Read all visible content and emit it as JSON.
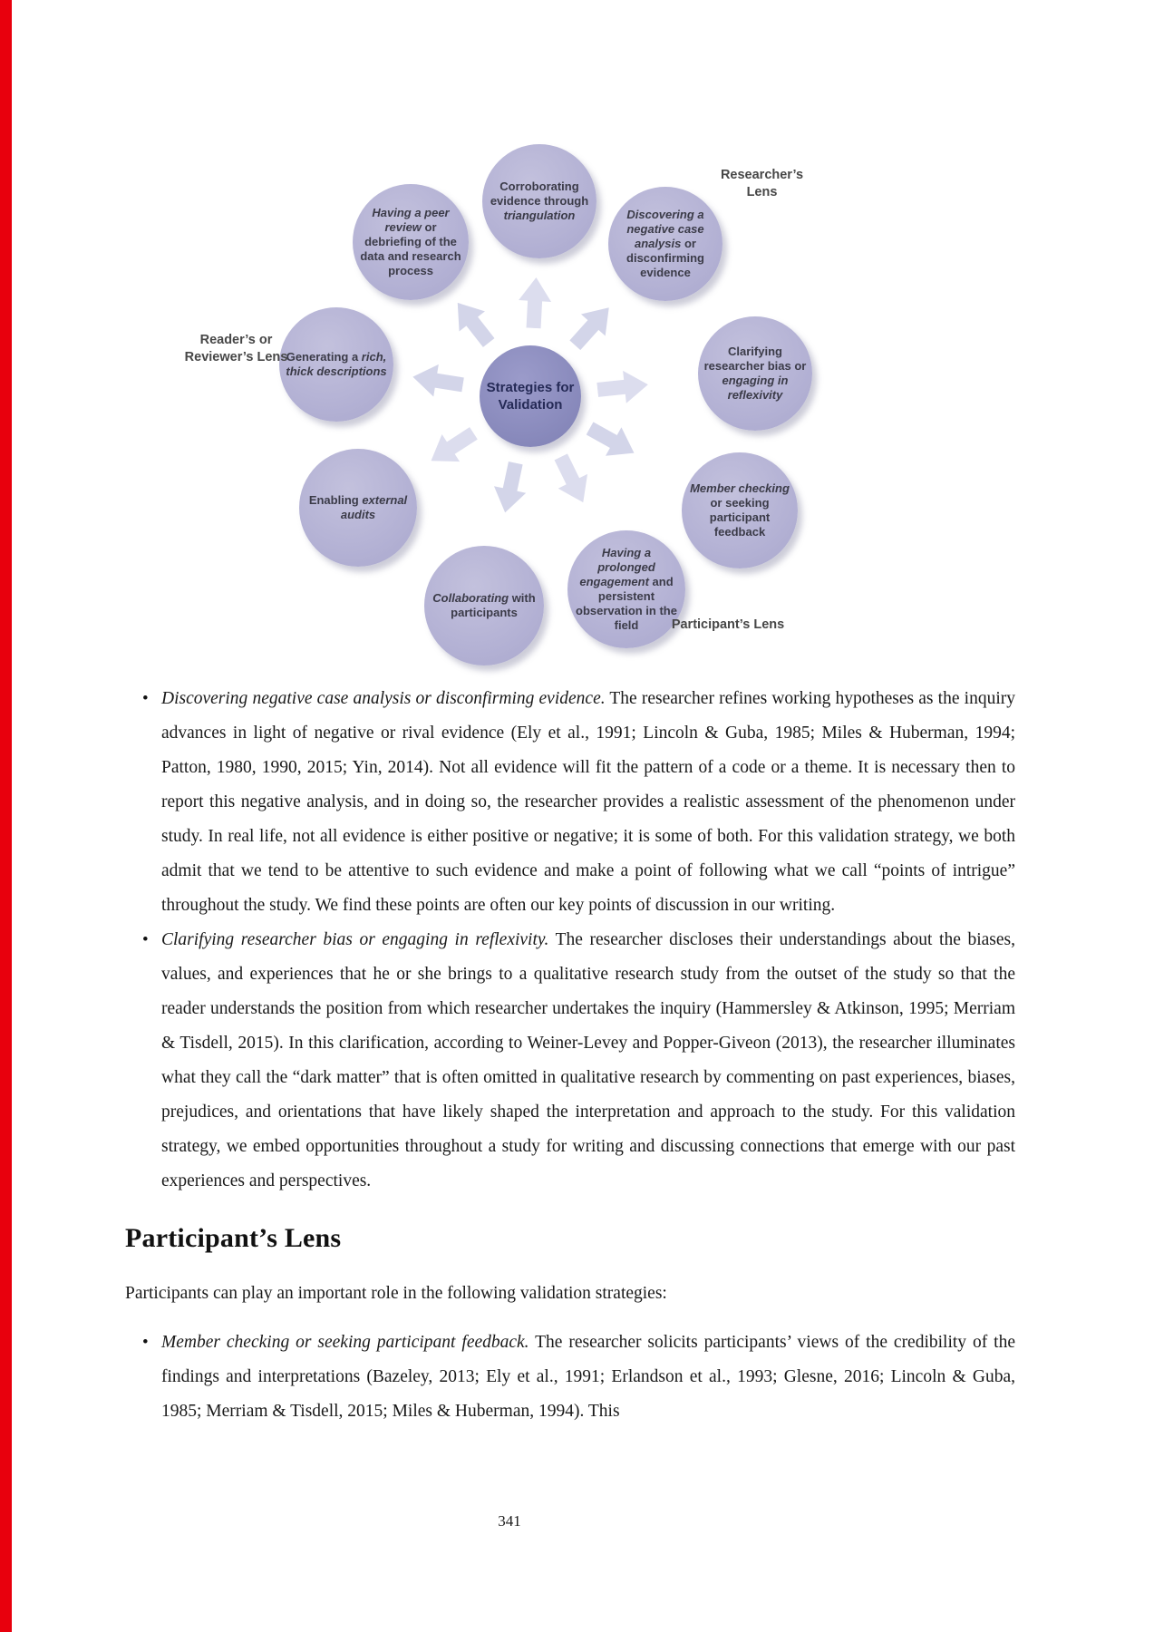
{
  "figure": {
    "center_label": "Strategies for Validation",
    "nodes": [
      {
        "id": "peer-review",
        "italic": "Having a peer review",
        "roman": " or debriefing of the data and research process"
      },
      {
        "id": "triangulation",
        "roman": "Corroborating evidence through ",
        "italic": "triangulation"
      },
      {
        "id": "negative-case",
        "italic": "Discovering a negative case analysis",
        "roman": " or disconfirming evidence"
      },
      {
        "id": "reflexivity",
        "roman": "Clarifying researcher bias or ",
        "italic": "engaging in reflexivity"
      },
      {
        "id": "member-checking",
        "italic": "Member checking",
        "roman": " or seeking participant feedback"
      },
      {
        "id": "prolonged-engagement",
        "italic": "Having a prolonged engagement",
        "roman": " and persistent observation in the field"
      },
      {
        "id": "collaborating",
        "italic": "Collaborating",
        "roman": " with participants"
      },
      {
        "id": "external-audits",
        "roman": "Enabling ",
        "italic": "external audits"
      },
      {
        "id": "thick-description",
        "roman": "Generating a ",
        "italic": "rich, thick descriptions"
      }
    ],
    "lens_labels": {
      "researcher": "Researcher’s Lens",
      "reader": "Reader’s or Reviewer’s Lens",
      "participant": "Participant’s Lens"
    }
  },
  "content": {
    "bullets": [
      {
        "lead": "Discovering negative case analysis or disconfirming evidence.",
        "body": " The researcher refines working hypotheses as the inquiry advances in light of negative or rival evidence (Ely et al., 1991; Lincoln & Guba, 1985; Miles & Huberman, 1994; Patton, 1980, 1990, 2015; Yin, 2014). Not all evidence will fit the pattern of a code or a theme. It is necessary then to report this negative analysis, and in doing so, the researcher provides a realistic assessment of the phenomenon under study. In real life, not all evidence is either positive or negative; it is some of both. For this validation strategy, we both admit that we tend to be attentive to such evidence and make a point of following what we call “points of intrigue” throughout the study. We find these points are often our key points of discussion in our writing."
      },
      {
        "lead": "Clarifying researcher bias or engaging in reflexivity.",
        "body": " The researcher discloses their understandings about the biases, values, and experiences that he or she brings to a qualitative research study from the outset of the study so that the reader understands the position from which researcher undertakes the inquiry (Hammersley & Atkinson, 1995; Merriam & Tisdell, 2015). In this clarification, according to Weiner-Levey and Popper-Giveon (2013), the researcher illuminates what they call the “dark matter” that is often omitted in qualitative research by commenting on past experiences, biases, prejudices, and orientations that have likely shaped the interpretation and approach to the study. For this validation strategy, we embed opportunities throughout a study for writing and discussing connections that emerge with our past experiences and perspectives."
      }
    ],
    "heading": "Participant’s Lens",
    "intro": "Participants can play an important role in the following validation strategies:",
    "bullets2": [
      {
        "lead": "Member checking or seeking participant feedback.",
        "body": " The researcher solicits participants’ views of the credibility of the findings and interpretations (Bazeley, 2013; Ely et al., 1991; Erlandson et al., 1993; Glesne, 2016; Lincoln & Guba, 1985; Merriam & Tisdell, 2015; Miles & Huberman, 1994). This"
      }
    ],
    "page_number": "341"
  },
  "colors": {
    "edge_accent_red": "#e8000d",
    "circle_fill": "#b3b1d4",
    "center_circle_fill": "#8a8bbd",
    "arrow_fill": "#d3d5e9",
    "figure_text": "#3b3b48"
  }
}
